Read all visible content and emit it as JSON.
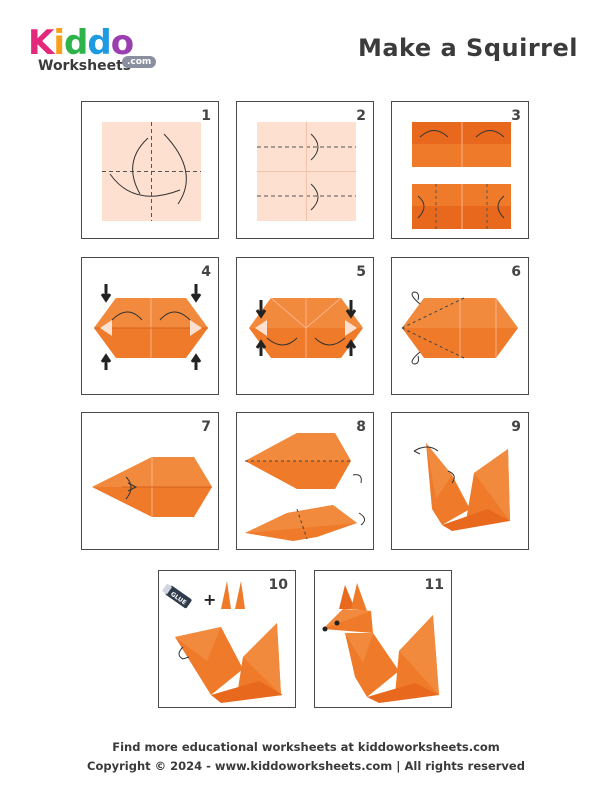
{
  "brand": {
    "logo_letters": [
      "K",
      "i",
      "d",
      "d",
      "o"
    ],
    "logo_colors": [
      "#e4287c",
      "#f7a11a",
      "#2db34a",
      "#1e9be0",
      "#9b3fb0"
    ],
    "logo_sub": "Worksheets",
    "logo_com": ".com",
    "accent": "#ef7a2a"
  },
  "page": {
    "title": "Make a Squirrel"
  },
  "steps": [
    {
      "num": "1"
    },
    {
      "num": "2"
    },
    {
      "num": "3"
    },
    {
      "num": "4"
    },
    {
      "num": "5"
    },
    {
      "num": "6"
    },
    {
      "num": "7"
    },
    {
      "num": "8"
    },
    {
      "num": "9"
    },
    {
      "num": "10"
    },
    {
      "num": "11"
    }
  ],
  "glue": {
    "label": "GLUE"
  },
  "footer": {
    "line1": "Find more educational worksheets at kiddoworksheets.com",
    "line2": "Copyright © 2024 - www.kiddoworksheets.com  |  All rights reserved"
  }
}
